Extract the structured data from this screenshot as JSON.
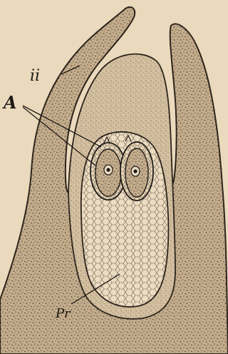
{
  "figure": {
    "labels": {
      "integument": "ii",
      "archegonia": "A",
      "prothallium": "Pr"
    }
  }
}
